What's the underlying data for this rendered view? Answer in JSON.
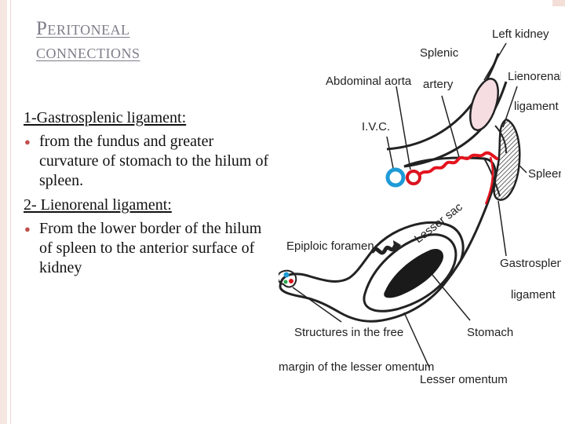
{
  "slide": {
    "title_line1": "Peritoneal",
    "title_line2": "connections",
    "item1_heading": "1-Gastrosplenic ligament:",
    "item1_bullet": " from the fundus and greater curvature of stomach to the hilum of spleen.",
    "item2_heading": "2- Lienorenal ligament:",
    "item2_bullet": "From the lower border of the hilum of spleen to the anterior surface of kidney"
  },
  "diagram": {
    "labels": {
      "left_kidney": "Left kidney",
      "splenic": "Splenic",
      "artery": "artery",
      "abdominal_aorta": "Abdominal aorta",
      "lienorenal": "Lienorenal",
      "ligament": "ligament",
      "ivc": "I.V.C.",
      "spleen": "Spleen",
      "lesser_sac": "Lesser sac",
      "epiploic_foramen": "Epiploic foramen",
      "gastrosplenic": "Gastrosplenic",
      "ligament2": "ligament",
      "stomach": "Stomach",
      "structures_line1": "Structures in the free",
      "structures_line2": "margin of the lesser omentum",
      "lesser_omentum": "Lesser omentum"
    },
    "colors": {
      "ivc": "#1e9bd7",
      "aorta": "#d9141e",
      "artery": "#e4141e",
      "kidney_fill": "#f6dde2",
      "outline": "#222222"
    }
  }
}
